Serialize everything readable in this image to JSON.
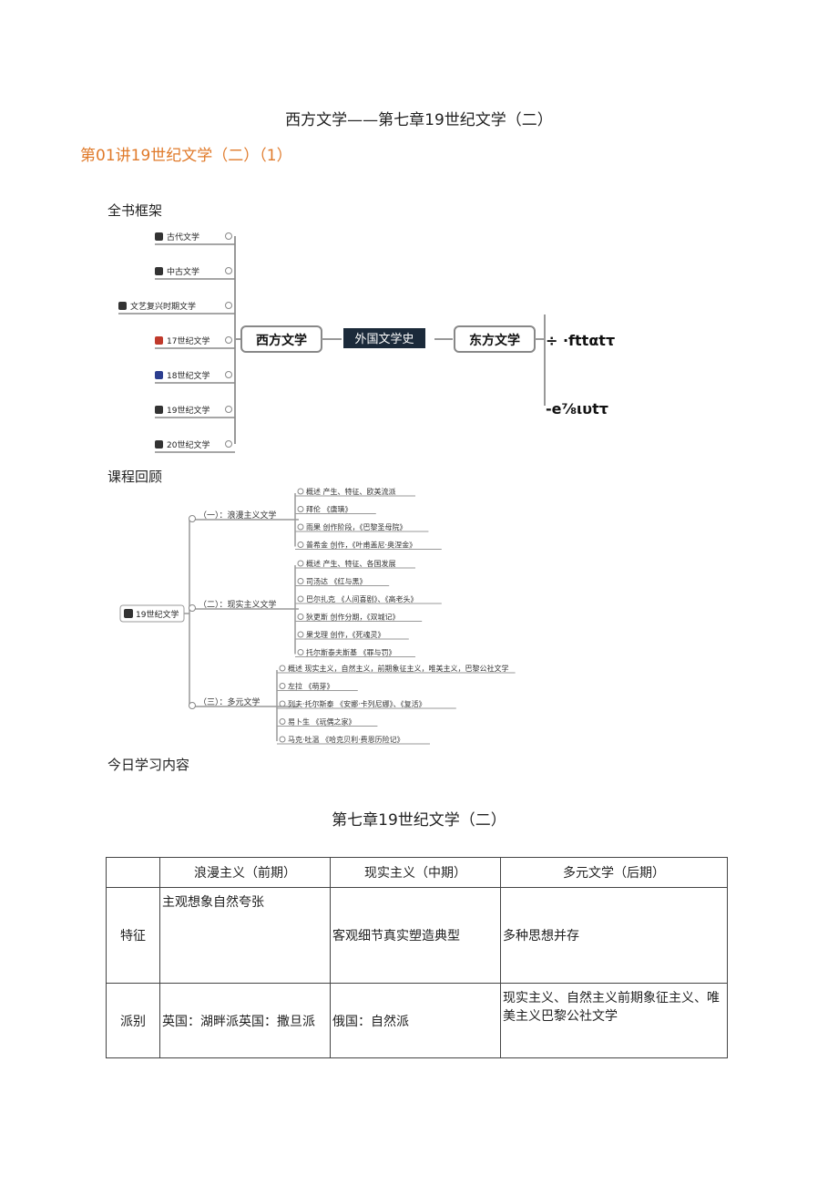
{
  "header": {
    "doc_title": "西方文学——第七章19世纪文学（二）",
    "lecture_title": "第01讲19世纪文学（二）（1）"
  },
  "sections": {
    "book_framework": "全书框架",
    "course_review": "课程回顾",
    "today_content": "今日学习内容"
  },
  "mindmap1": {
    "left_items": [
      "古代文学",
      "中古文学",
      "文艺复兴时期文学",
      "17世纪文学",
      "18世纪文学",
      "19世纪文学",
      "20世纪文学"
    ],
    "west": "西方文学",
    "center": "外国文学史",
    "east": "东方文学",
    "right_items": [
      "÷ ·fttαtτ",
      "-e⅞ιυtτ"
    ]
  },
  "mindmap2": {
    "root": "19世纪文学",
    "branches": [
      {
        "label": "（一）：浪漫主义文学",
        "items": [
          "概述   产生、特征、欧美流派",
          "拜伦   《唐璜》",
          "雨果   创作阶段，《巴黎圣母院》",
          "普希金   创作，《叶甫盖尼·奥涅金》"
        ]
      },
      {
        "label": "（二）：现实主义文学",
        "items": [
          "概述   产生、特征、各国发展",
          "司汤达   《红与黑》",
          "巴尔扎克   《人间喜剧》、《高老头》",
          "狄更斯   创作分期，《双城记》",
          "果戈理   创作，《死魂灵》",
          "托尔斯泰夫斯基   《罪与罚》"
        ]
      },
      {
        "label": "（三）：多元文学",
        "items": [
          "概述   现实主义，自然主义，前期象征主义，唯美主义，巴黎公社文学",
          "左拉   《萌芽》",
          "列夫·托尔斯泰   《安娜·卡列尼娜》、《复活》",
          "易卜生   《玩偶之家》",
          "马克·吐温   《哈克贝利·费恩历险记》"
        ]
      }
    ]
  },
  "chapter_title": "第七章19世纪文学（二）",
  "table": {
    "headers": [
      "",
      "浪漫主义（前期）",
      "现实主义（中期）",
      "多元文学（后期）"
    ],
    "rows": [
      {
        "label": "特征",
        "cells": [
          "主观想象自然夸张",
          "客观细节真实塑造典型",
          "多种思想并存"
        ]
      },
      {
        "label": "派别",
        "cells": [
          "英国：湖畔派英国：撒旦派",
          "俄国：自然派",
          "现实主义、自然主义前期象征主义、唯美主义巴黎公社文学"
        ]
      }
    ]
  },
  "colors": {
    "accent": "#e07a2a",
    "dark_box": "#1b2a3a",
    "icon_colors": [
      "#333333",
      "#333333",
      "#333333",
      "#c0392b",
      "#2c3e8f",
      "#333333",
      "#333333"
    ]
  }
}
